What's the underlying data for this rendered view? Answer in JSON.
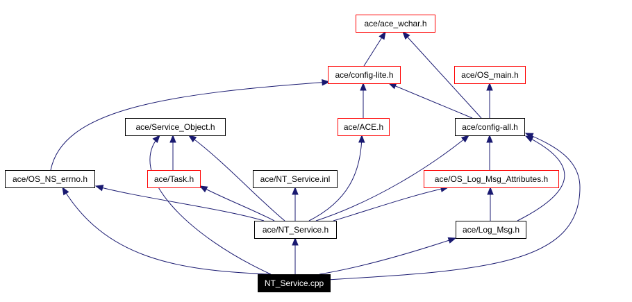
{
  "colors": {
    "edge": "#191970",
    "arrowhead": "#191970",
    "box_border_default": "#000000",
    "box_border_truncated": "#ff0000",
    "root_fill": "#000000",
    "root_text": "#ffffff"
  },
  "nodes": {
    "ace_wchar": {
      "label": "ace/ace_wchar.h",
      "style": "truncated"
    },
    "config_lite": {
      "label": "ace/config-lite.h",
      "style": "truncated"
    },
    "os_main": {
      "label": "ace/OS_main.h",
      "style": "truncated"
    },
    "service_object": {
      "label": "ace/Service_Object.h",
      "style": "default"
    },
    "ace_ace": {
      "label": "ace/ACE.h",
      "style": "truncated"
    },
    "config_all": {
      "label": "ace/config-all.h",
      "style": "default"
    },
    "os_ns_errno": {
      "label": "ace/OS_NS_errno.h",
      "style": "default"
    },
    "task": {
      "label": "ace/Task.h",
      "style": "truncated"
    },
    "nt_service_inl": {
      "label": "ace/NT_Service.inl",
      "style": "default"
    },
    "os_log_msg_attributes": {
      "label": "ace/OS_Log_Msg_Attributes.h",
      "style": "truncated"
    },
    "nt_service_h": {
      "label": "ace/NT_Service.h",
      "style": "default"
    },
    "log_msg": {
      "label": "ace/Log_Msg.h",
      "style": "default"
    },
    "nt_service_cpp": {
      "label": "NT_Service.cpp",
      "style": "root"
    }
  },
  "edges": [
    {
      "from": "config_lite",
      "to": "ace_wchar"
    },
    {
      "from": "config_all",
      "to": "ace_wchar"
    },
    {
      "from": "config_all",
      "to": "config_lite"
    },
    {
      "from": "config_all",
      "to": "os_main"
    },
    {
      "from": "ace_ace",
      "to": "config_lite"
    },
    {
      "from": "os_ns_errno",
      "to": "config_lite"
    },
    {
      "from": "task",
      "to": "service_object"
    },
    {
      "from": "nt_service_h",
      "to": "service_object"
    },
    {
      "from": "nt_service_cpp",
      "to": "service_object"
    },
    {
      "from": "nt_service_h",
      "to": "ace_ace"
    },
    {
      "from": "nt_service_h",
      "to": "config_all"
    },
    {
      "from": "nt_service_h",
      "to": "os_ns_errno"
    },
    {
      "from": "nt_service_h",
      "to": "task"
    },
    {
      "from": "nt_service_h",
      "to": "nt_service_inl"
    },
    {
      "from": "nt_service_h",
      "to": "os_log_msg_attributes"
    },
    {
      "from": "os_log_msg_attributes",
      "to": "config_all"
    },
    {
      "from": "log_msg",
      "to": "os_log_msg_attributes"
    },
    {
      "from": "log_msg",
      "to": "config_all"
    },
    {
      "from": "nt_service_cpp",
      "to": "nt_service_h"
    },
    {
      "from": "nt_service_cpp",
      "to": "os_ns_errno"
    },
    {
      "from": "nt_service_cpp",
      "to": "log_msg"
    },
    {
      "from": "nt_service_cpp",
      "to": "config_all"
    }
  ]
}
